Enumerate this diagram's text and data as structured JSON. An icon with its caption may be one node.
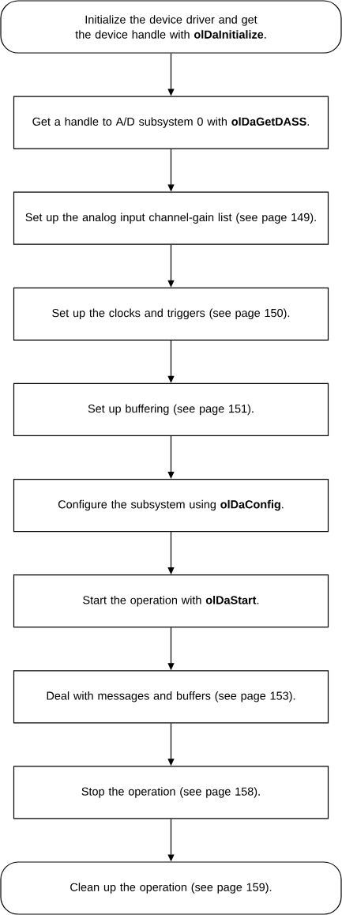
{
  "diagram": {
    "nodes": [
      {
        "text": [
          "Initialize the device driver and get the device handle with **olDaInitialize**."
        ]
      },
      {
        "text": [
          "Get a handle to A/D subsystem 0 with **olDaGetDASS**."
        ]
      },
      {
        "text": [
          "Set up the analog input channel-gain list (see page 149)."
        ]
      },
      {
        "text": [
          "Set up the clocks and triggers (see page 150)."
        ]
      },
      {
        "text": [
          "Set up buffering (see page 151)."
        ]
      },
      {
        "text": [
          "Configure the subsystem using **olDaConfig**."
        ]
      },
      {
        "text": [
          "Start the operation with **olDaStart**."
        ]
      },
      {
        "text": [
          "Deal with messages and buffers (see page 153)."
        ]
      },
      {
        "text": [
          "Stop the operation (see page 158)."
        ]
      },
      {
        "text": [
          "Clean up the operation (see page 159)."
        ]
      }
    ],
    "edges": [
      {
        "from": 0,
        "to": 1,
        "arrow": "to"
      },
      {
        "from": 1,
        "to": 2,
        "arrow": "to"
      },
      {
        "from": 2,
        "to": 3,
        "arrow": "to"
      },
      {
        "from": 3,
        "to": 4,
        "arrow": "to"
      },
      {
        "from": 4,
        "to": 5,
        "arrow": "to"
      },
      {
        "from": 5,
        "to": 6,
        "arrow": "to"
      },
      {
        "from": 6,
        "to": 7,
        "arrow": "to"
      },
      {
        "from": 7,
        "to": 8,
        "arrow": "to"
      },
      {
        "from": 8,
        "to": 9,
        "arrow": "to"
      }
    ]
  }
}
